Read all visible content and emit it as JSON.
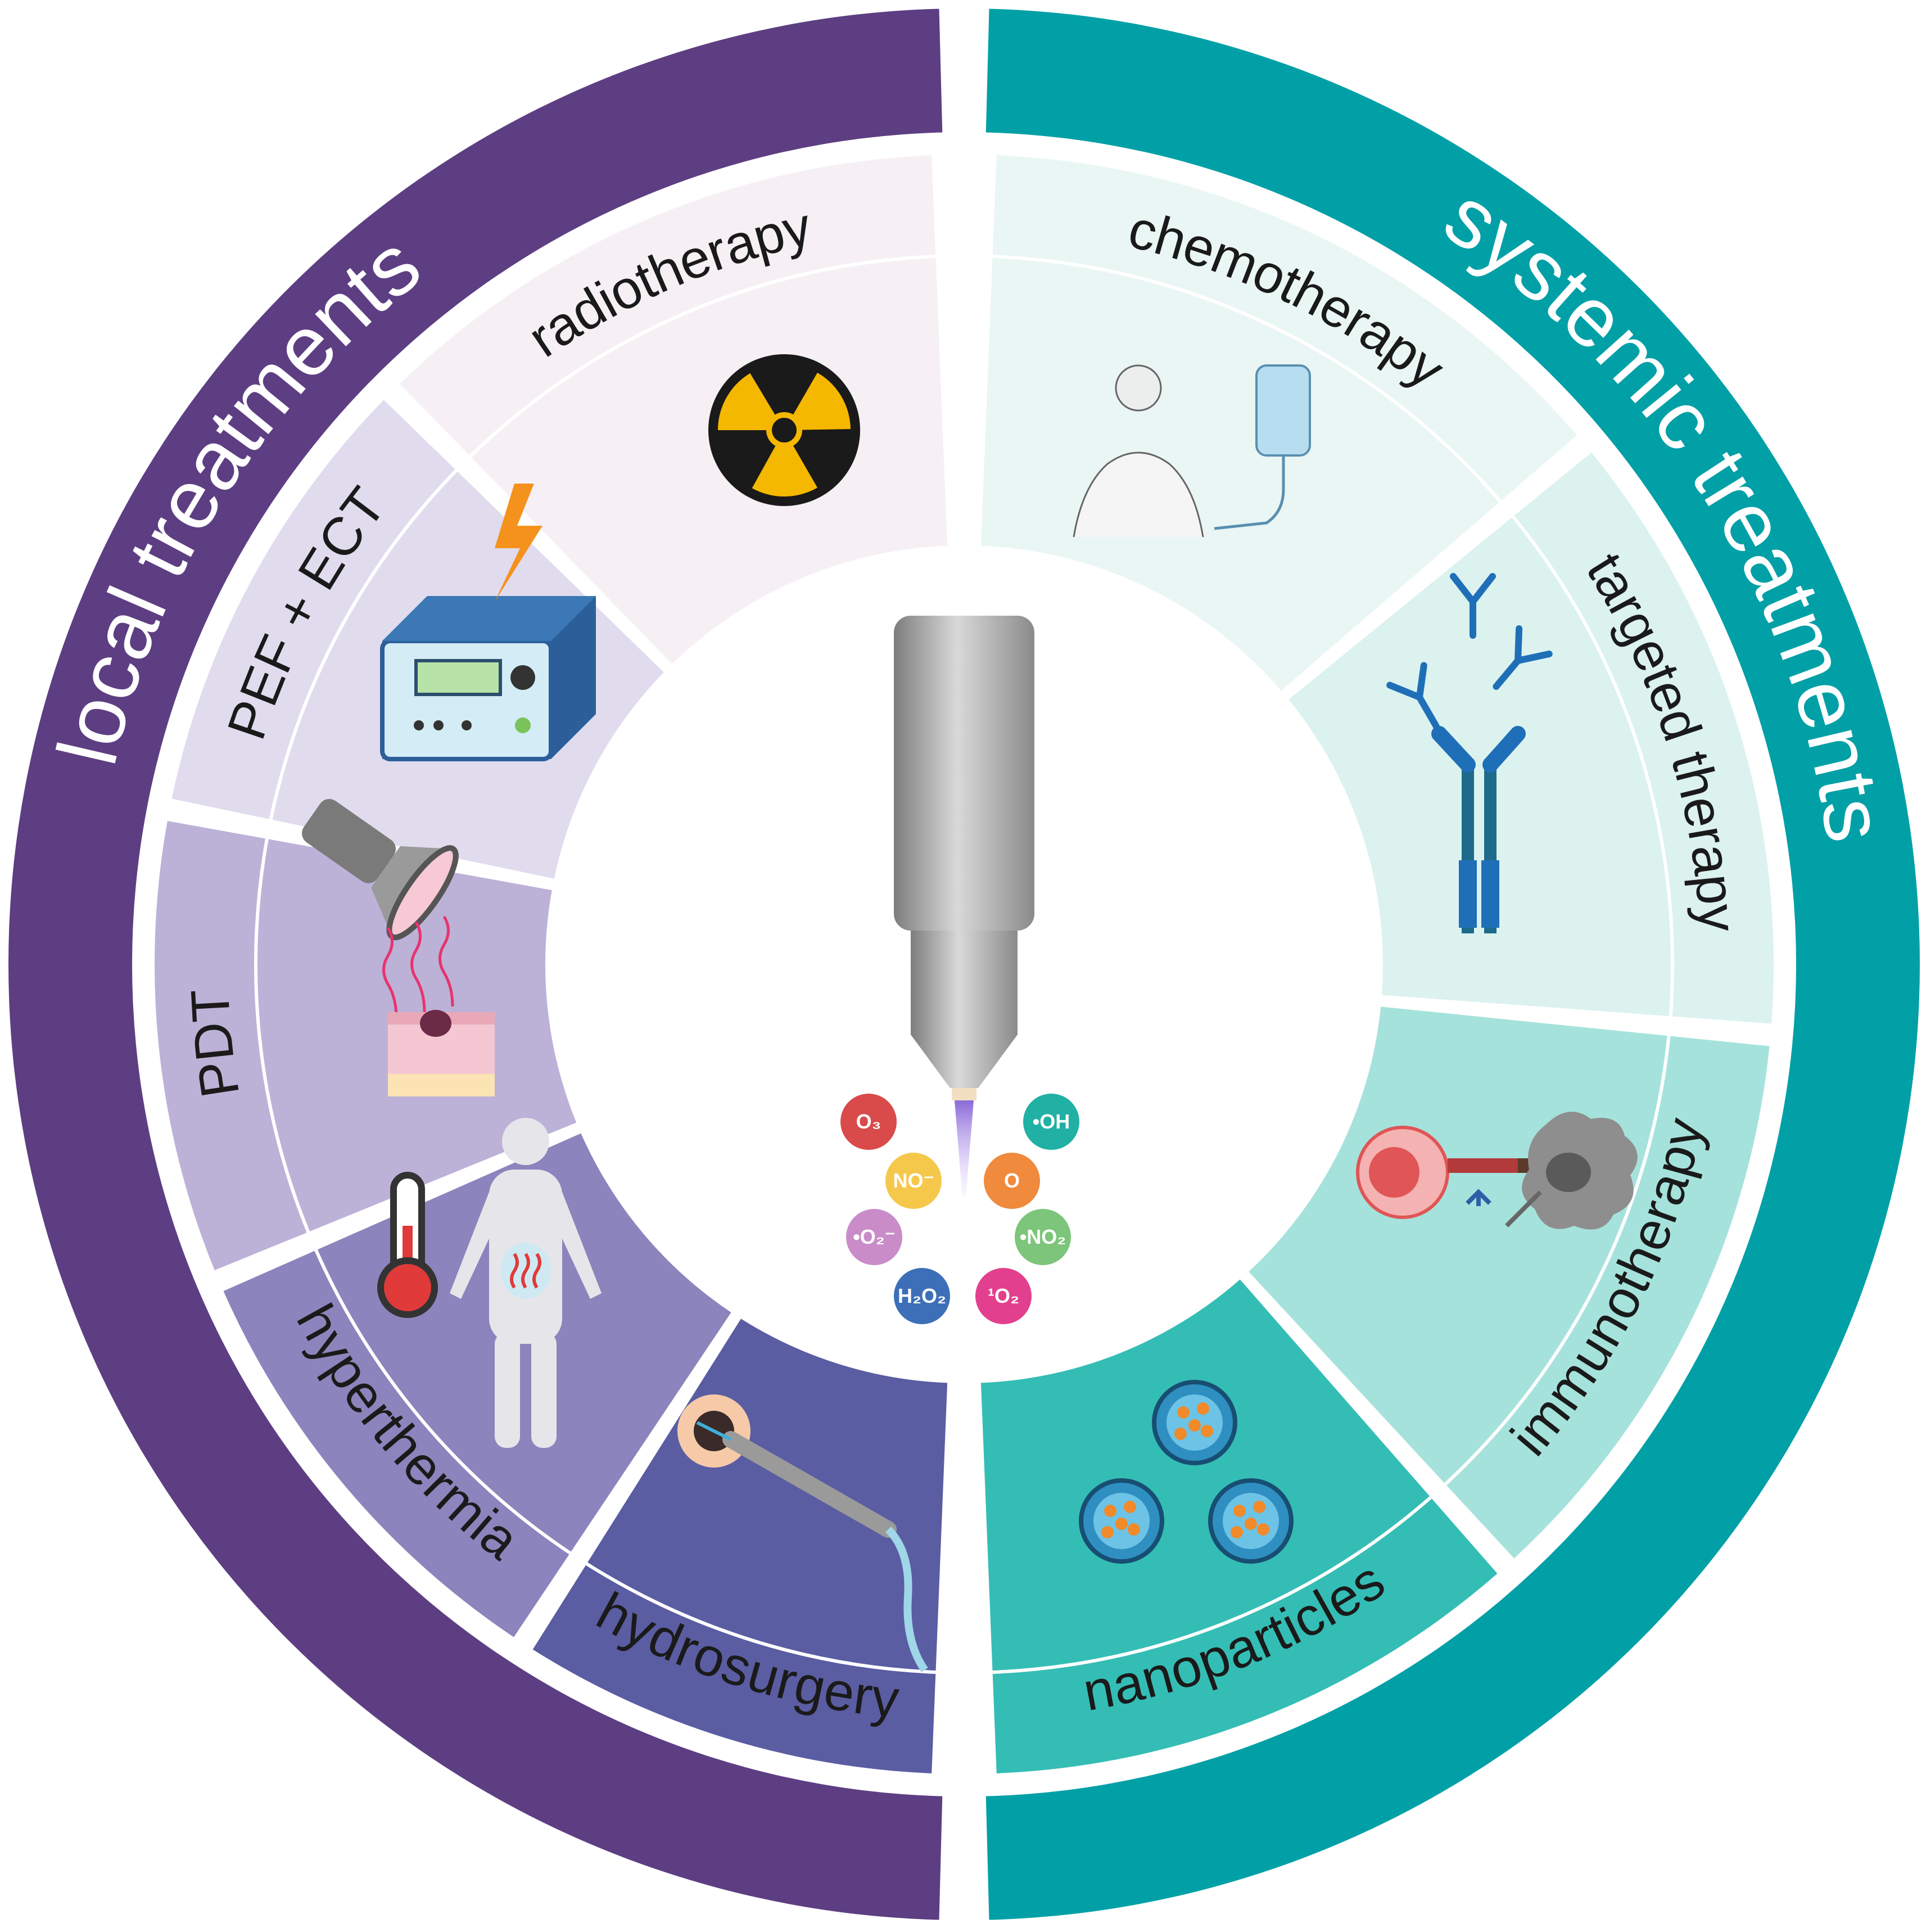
{
  "sides": {
    "left_label": "local treatments",
    "right_label": "systemic treatments"
  },
  "segments": [
    {
      "key": "radiotherapy",
      "label": "radiotherapy",
      "color": "#f6f0f5",
      "icon": "radiation-icon"
    },
    {
      "key": "pef",
      "label": "PEF + ECT",
      "color": "#e0dcee",
      "icon": "pulse-generator-icon"
    },
    {
      "key": "pdt",
      "label": "PDT",
      "color": "#bcb2d8",
      "icon": "light-source-icon"
    },
    {
      "key": "hyperthermia",
      "label": "hyperthermia",
      "color": "#8c84bc",
      "icon": "thermometer-body-icon"
    },
    {
      "key": "hydrosurgery",
      "label": "hydrosurgery",
      "color": "#5a5da2",
      "icon": "hydrosurgery-device-icon"
    },
    {
      "key": "nanoparticles",
      "label": "nanoparticles",
      "color": "#34bdb5",
      "icon": "nanoparticle-icon"
    },
    {
      "key": "immunotherapy",
      "label": "immunotherapy",
      "color": "#a6e2dc",
      "icon": "immune-cell-icon"
    },
    {
      "key": "targeted",
      "label": "targeted therapy",
      "color": "#dbf2ef",
      "icon": "antibody-icon"
    },
    {
      "key": "chemotherapy",
      "label": "chemotherapy",
      "color": "#e9f6f4",
      "icon": "iv-drip-icon"
    }
  ],
  "colors": {
    "local_ring": "#5d3e82",
    "systemic_ring": "#00a0a6"
  },
  "species": [
    {
      "label": "O",
      "sub": "3",
      "sup": "",
      "color": "#d94a4a"
    },
    {
      "label": "OH",
      "sub": "",
      "sup": "•",
      "color": "#21b0a4"
    },
    {
      "label": "NO",
      "sub": "",
      "sup": "−",
      "color": "#f5c84c"
    },
    {
      "label": "O",
      "sub": "",
      "sup": "",
      "color": "#f08a3c"
    },
    {
      "label": "O",
      "sub": "2",
      "sup": "•−",
      "color": "#c98cc9"
    },
    {
      "label": "NO",
      "sub": "2",
      "sup": "•",
      "color": "#7cc57a"
    },
    {
      "label": "H₂O",
      "sub": "2",
      "sup": "",
      "color": "#3c6fb8"
    },
    {
      "label": "O",
      "sub": "2",
      "sup": "1",
      "color": "#e23f8e"
    }
  ]
}
